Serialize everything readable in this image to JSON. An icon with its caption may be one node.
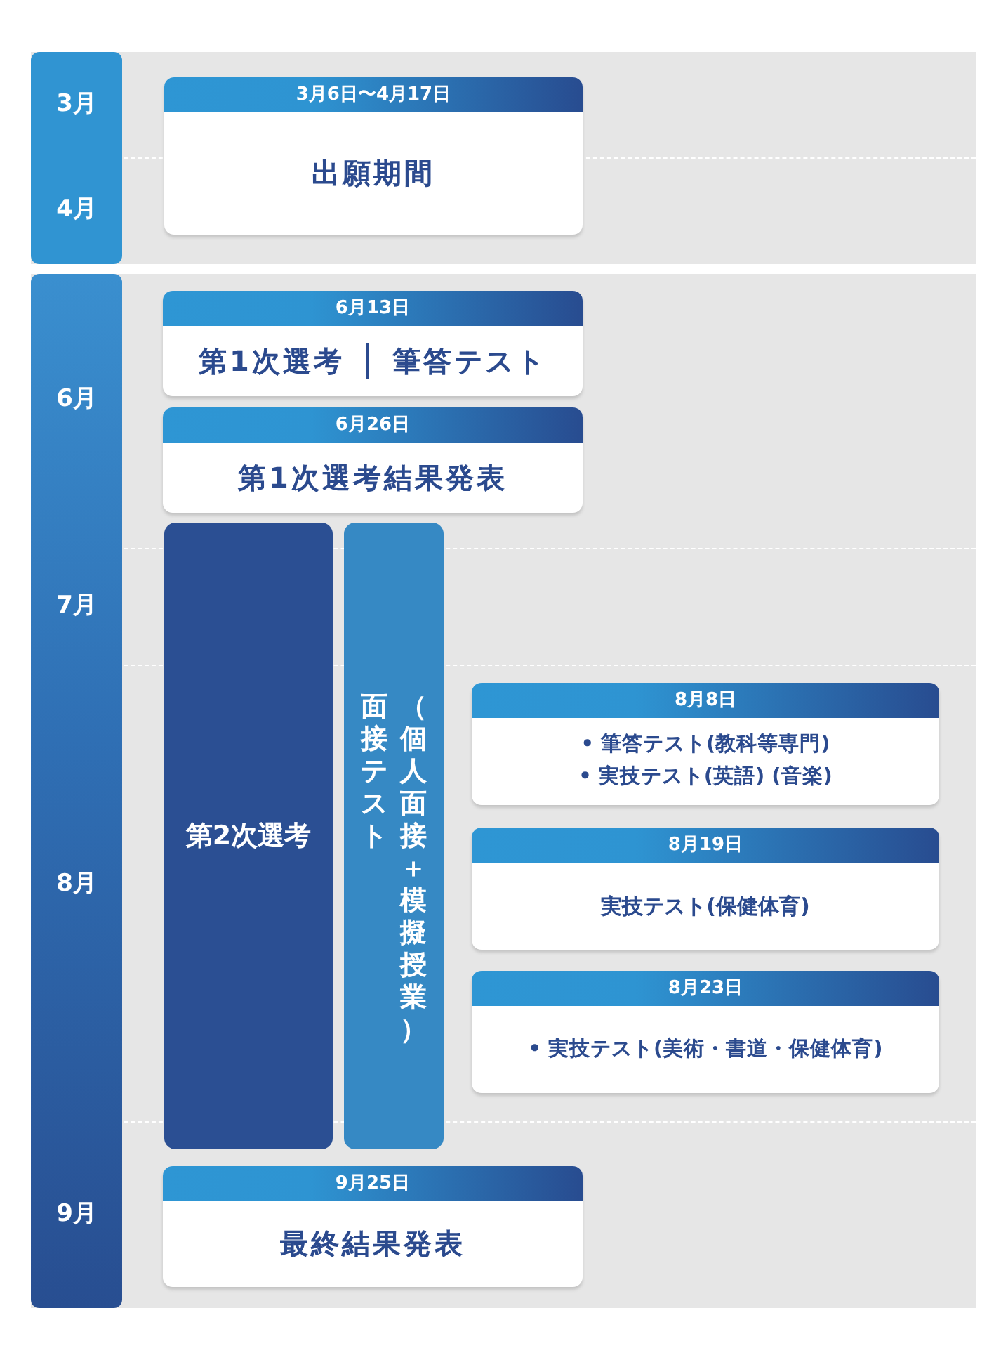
{
  "diagram": {
    "nodes": [
      {
        "text": [
          "3月",
          "4月"
        ]
      },
      {
        "text": [
          "3月6日〜4月17日",
          "出願期間"
        ]
      },
      {
        "text": [
          "6月",
          "7月",
          "8月",
          "9月"
        ]
      },
      {
        "text": [
          "6月13日",
          "第1次選考",
          "筆答テスト"
        ]
      },
      {
        "text": [
          "6月26日",
          "第1次選考結果発表"
        ]
      },
      {
        "text": [
          "第2次選考"
        ]
      },
      {
        "text": [
          "面接テスト",
          "（個人面接＋模擬授業）"
        ]
      },
      {
        "text": [
          "8月8日",
          "• 筆答テスト(教科等専門)",
          "• 実技テスト(英語) (音楽)"
        ]
      },
      {
        "text": [
          "8月19日",
          "実技テスト(保健体育)"
        ]
      },
      {
        "text": [
          "8月23日",
          "• 実技テスト(美術・書道・保健体育)"
        ]
      },
      {
        "text": [
          "9月25日",
          "最終結果発表"
        ]
      }
    ]
  }
}
